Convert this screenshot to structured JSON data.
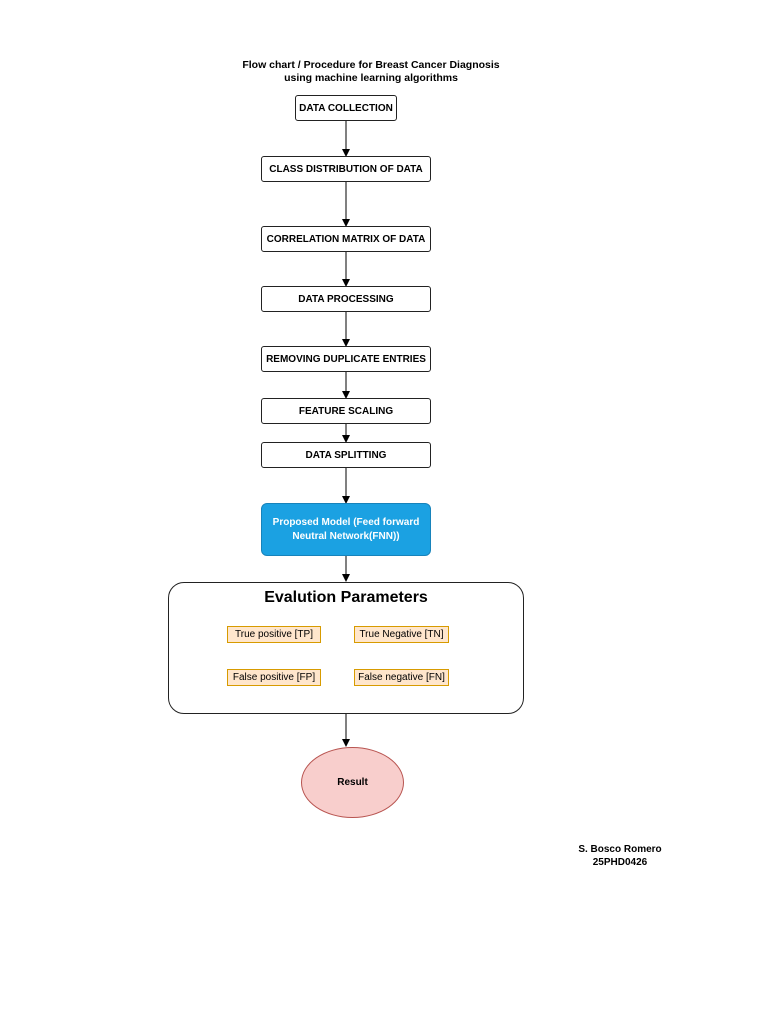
{
  "title": {
    "line1": "Flow chart / Procedure for Breast Cancer Diagnosis",
    "line2": "using machine learning algorithms"
  },
  "steps": [
    "DATA COLLECTION",
    "CLASS DISTRIBUTION OF DATA",
    "CORRELATION MATRIX OF DATA",
    "DATA PROCESSING",
    "REMOVING DUPLICATE ENTRIES",
    "FEATURE SCALING",
    "DATA SPLITTING"
  ],
  "model": {
    "line1": "Proposed Model (Feed forward",
    "line2": "Neutral Network(FNN))"
  },
  "evaluation": {
    "title": "Evalution Parameters",
    "params": [
      "True positive [TP]",
      "True Negative [TN]",
      "False positive [FP]",
      "False negative [FN]"
    ]
  },
  "result": "Result",
  "author": {
    "name": "S. Bosco Romero",
    "id": "25PHD0426"
  },
  "colors": {
    "model_fill": "#1ba1e2",
    "param_fill": "#ffe6cc",
    "param_border": "#d79b00",
    "result_fill": "#f8cecc",
    "result_border": "#b85450"
  }
}
